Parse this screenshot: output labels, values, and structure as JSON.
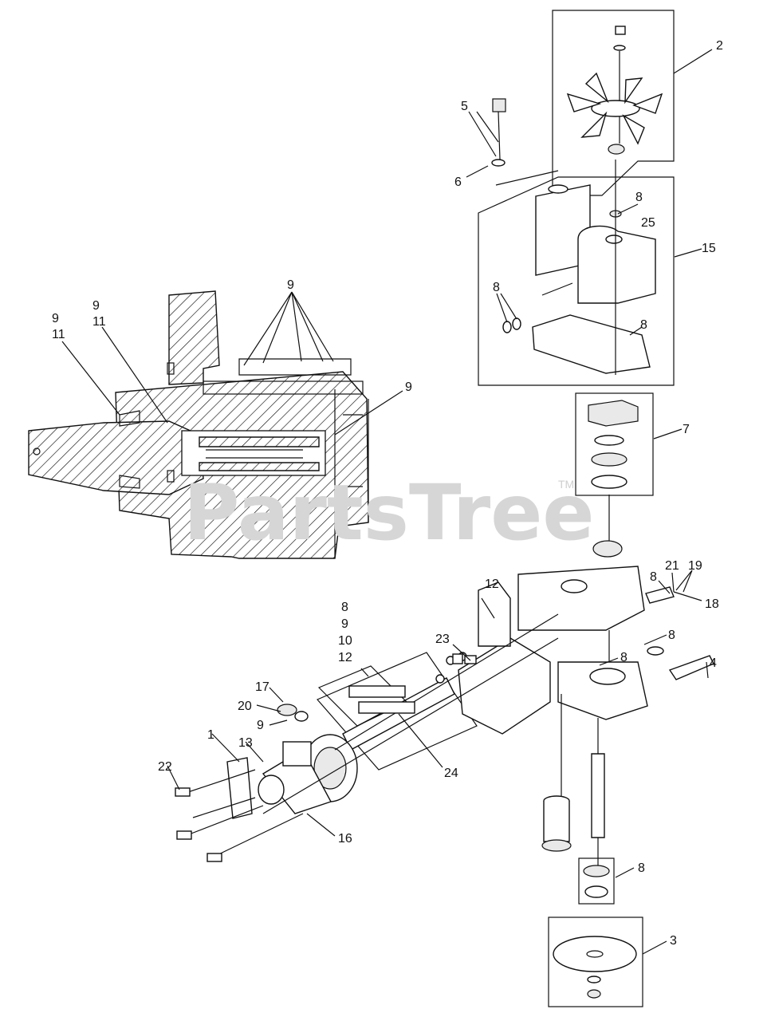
{
  "watermark": {
    "text": "PartsTree",
    "trademark": "TM"
  },
  "callouts": {
    "c2": "2",
    "c5": "5",
    "c6": "6",
    "c8_top": "8",
    "c25": "25",
    "c15": "15",
    "c8_oring": "8",
    "c8_gasket": "8",
    "c7": "7",
    "c9_top": "9",
    "c9_left_a": "9",
    "c11_left_a": "11",
    "c9_left_b": "9",
    "c11_left_b": "11",
    "c9_right": "9",
    "c8_valve": "8",
    "c21": "21",
    "c19": "19",
    "c18": "18",
    "c8_fitting": "8",
    "c4": "4",
    "c8_center": "8",
    "c12_top": "12",
    "c23": "23",
    "c_stack_8": "8",
    "c_stack_9": "9",
    "c_stack_10": "10",
    "c_stack_12": "12",
    "c17": "17",
    "c20": "20",
    "c9_small": "9",
    "c1": "1",
    "c13": "13",
    "c22": "22",
    "c24": "24",
    "c16": "16",
    "c8_bearing": "8",
    "c3": "3"
  }
}
